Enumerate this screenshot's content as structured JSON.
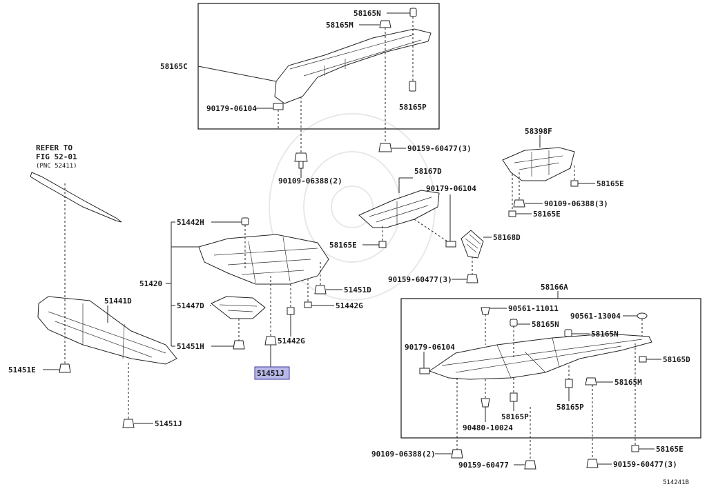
{
  "diagram_id": "514241B",
  "refer_note": {
    "line1": "REFER TO",
    "line2": "FIG 52-01",
    "line3": "(PNC 52411)"
  },
  "highlight_color": "#b9b8e8",
  "labels": {
    "p58165N_top": "58165N",
    "p58165M_top": "58165M",
    "p58165C": "58165C",
    "p90179_top": "90179-06104",
    "p58165P_top": "58165P",
    "p90159_top": "90159-60477(3)",
    "p90109_top": "90109-06388(2)",
    "p58398F": "58398F",
    "p58167D": "58167D",
    "p90179_mid": "90179-06104",
    "p58165E_r1": "58165E",
    "p90109_r": "90109-06388(3)",
    "p58165E_r2": "58165E",
    "p58165E_mid": "58165E",
    "p58168D": "58168D",
    "p90159_mid": "90159-60477(3)",
    "p51442H": "51442H",
    "p51420": "51420",
    "p51447D": "51447D",
    "p51451H": "51451H",
    "p51451D": "51451D",
    "p51442G_a": "51442G",
    "p51442G_b": "51442G",
    "p51451J_hl": "51451J",
    "p51441D": "51441D",
    "p51451E": "51451E",
    "p51451J_bot": "51451J",
    "p58166A": "58166A",
    "p90561_11011": "90561-11011",
    "p90561_13004": "90561-13004",
    "p58165N_b1": "58165N",
    "p58165N_b2": "58165N",
    "p90179_bot": "90179-06104",
    "p58165D": "58165D",
    "p58165M_bot": "58165M",
    "p58165P_b1": "58165P",
    "p58165P_b2": "58165P",
    "p90480": "90480-10024",
    "p58165E_bot": "58165E",
    "p90109_bot": "90109-06388(2)",
    "p90159_b1": "90159-60477",
    "p90159_b2": "90159-60477(3)"
  }
}
